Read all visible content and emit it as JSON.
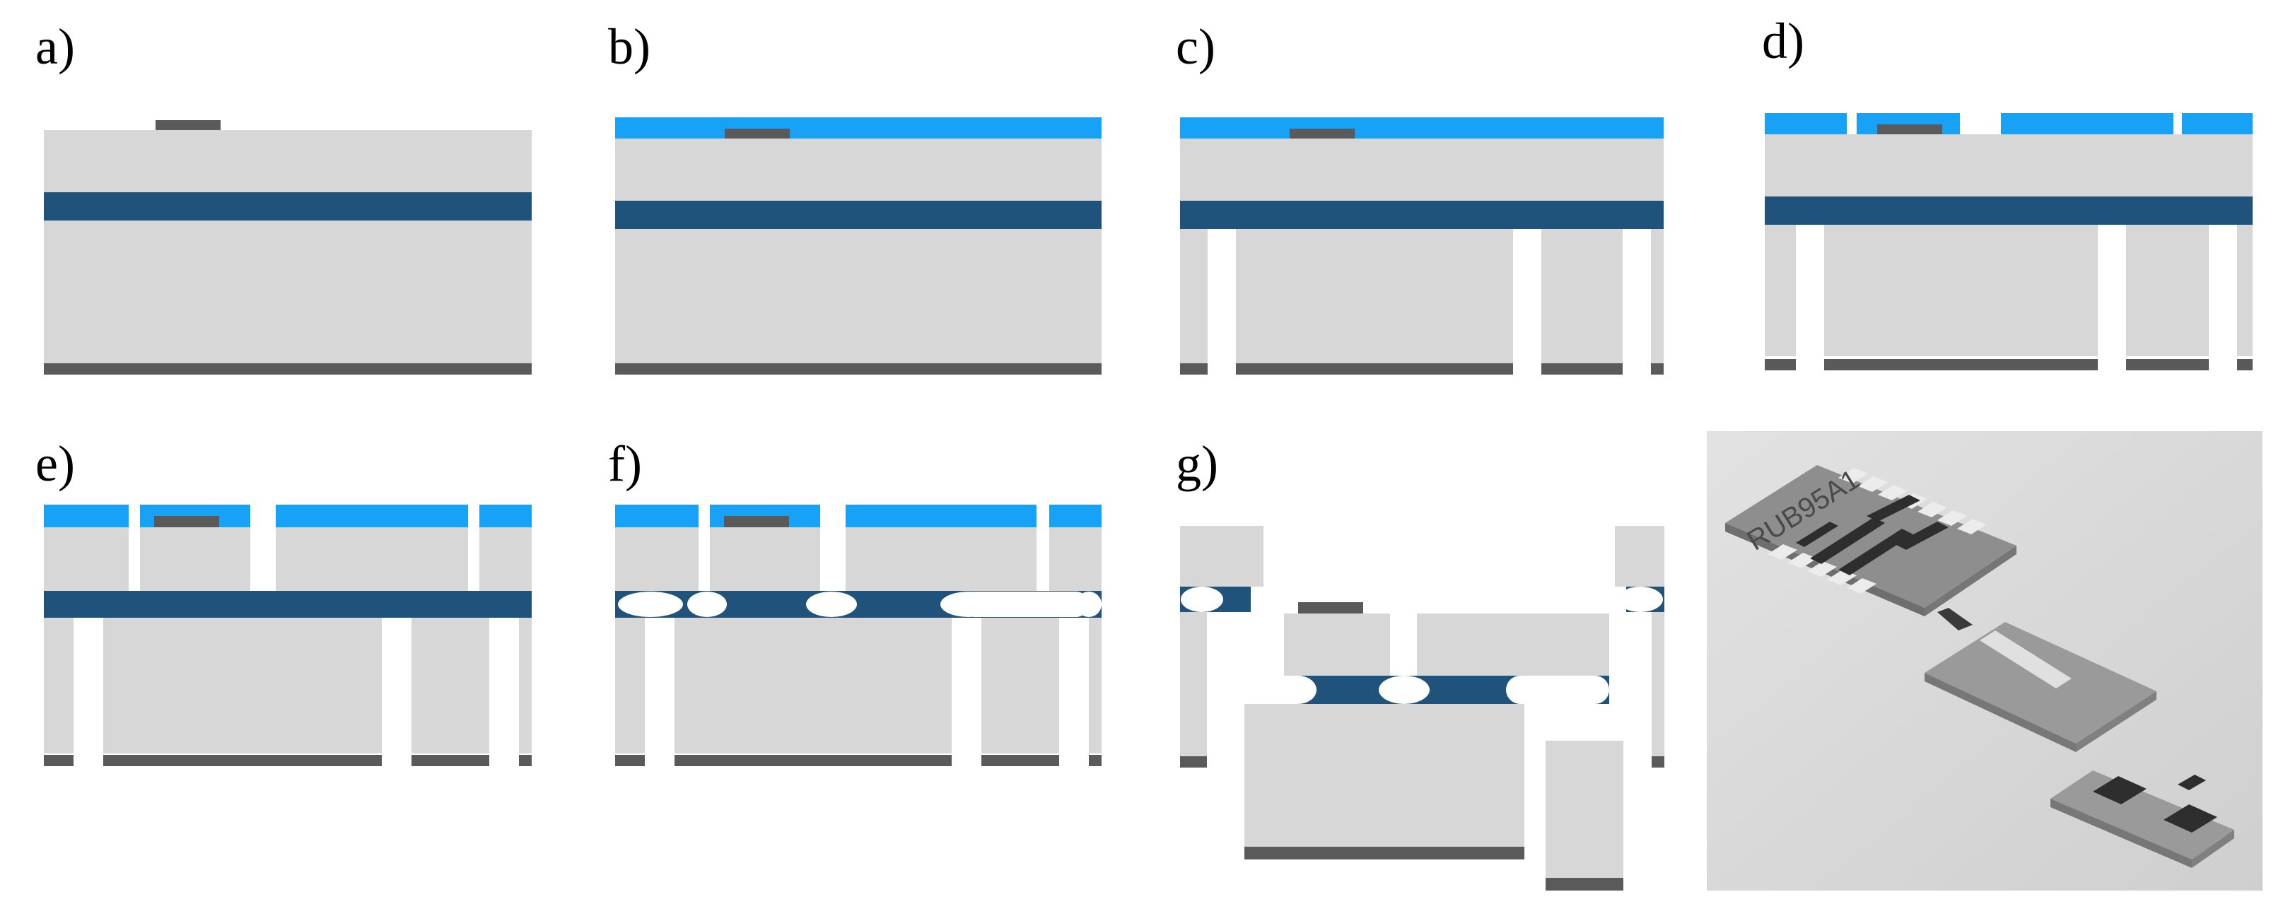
{
  "colors": {
    "substrate": "#d8d7d8",
    "oxide": "#1f537c",
    "resist": "#17a2f7",
    "metal": "#5a5a5a",
    "background": "#ffffff"
  },
  "panels": [
    {
      "id": "a",
      "label": "a)"
    },
    {
      "id": "b",
      "label": "b)"
    },
    {
      "id": "c",
      "label": "c)"
    },
    {
      "id": "d",
      "label": "d)"
    },
    {
      "id": "e",
      "label": "e)"
    },
    {
      "id": "f",
      "label": "f)"
    },
    {
      "id": "g",
      "label": "g)"
    }
  ],
  "photo": {
    "chip_marking": "RUB95A1"
  }
}
